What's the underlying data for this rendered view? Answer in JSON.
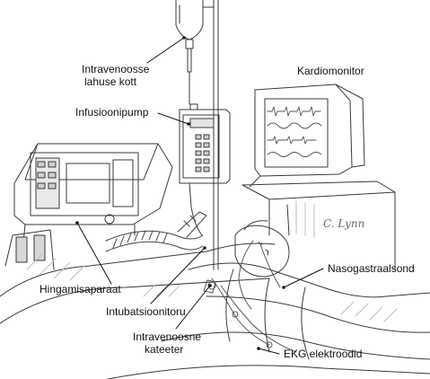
{
  "colors": {
    "ink": "#3a3a3a",
    "shade": "#bdbdbd",
    "leader": "#111111",
    "background": "#ffffff"
  },
  "signature": "C. Lynn",
  "labels": {
    "iv_bag": {
      "line1": "Intravenoosse",
      "line2": "lahuse kott"
    },
    "cardiac_monitor": "Kardiomonitor",
    "infusion_pump": "Infusioonipump",
    "ventilator": "Hingamisaparaat",
    "nasogastric_tube": "Nasogastraalsond",
    "intubation_tube": "Intubatsioonitoru",
    "iv_catheter": {
      "line1": "Intravenoosne",
      "line2": "kateeter"
    },
    "ekg_electrodes": "EKG elektroodid"
  }
}
